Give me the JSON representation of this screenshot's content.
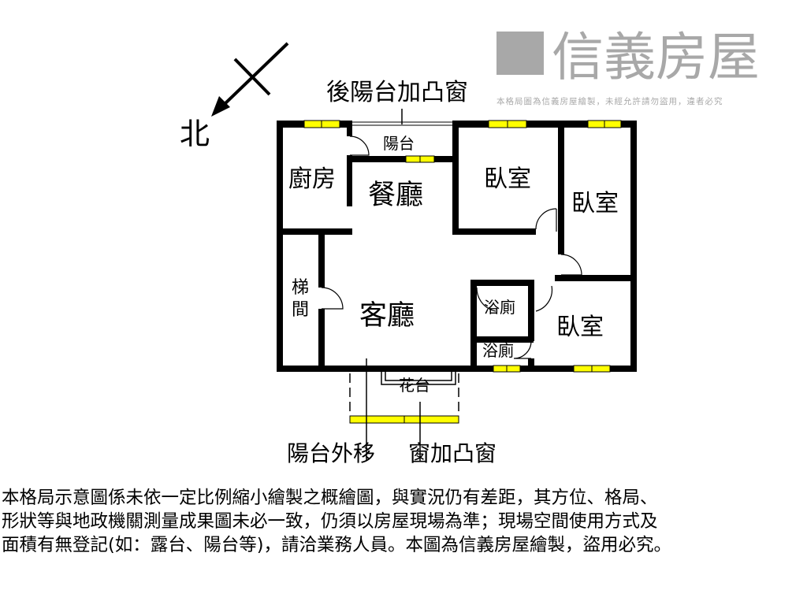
{
  "compass": {
    "label": "北",
    "icon": "north-arrow-icon"
  },
  "labels": {
    "rear_balcony_window": "後陽台加凸窗",
    "balcony": "陽台",
    "kitchen": "廚房",
    "dining": "餐廳",
    "bedroom_1": "臥室",
    "bedroom_2": "臥室",
    "bedroom_3": "臥室",
    "stair_1": "梯",
    "stair_2": "間",
    "living": "客廳",
    "bath_1": "浴廁",
    "bath_2": "浴廁",
    "planter": "花台",
    "balcony_moved": "陽台外移",
    "bay_window": "窗加凸窗"
  },
  "watermark": {
    "brand": "信義房屋",
    "notice": "本格局圖為信義房屋繪製，未經允許請勿盜用，違者必究"
  },
  "colors": {
    "wall": "#000000",
    "window": "#ffff00",
    "watermark": "#9a9a9a"
  },
  "disclaimer": [
    "本格局示意圖係未依一定比例縮小繪製之概繪圖，與實況仍有差距，其方位、格局、",
    "形狀等與地政機關測量成果圖未必一致，仍須以房屋現場為準；現場空間使用方式及",
    "面積有無登記(如：露台、陽台等)，請洽業務人員。本圖為信義房屋繪製，盜用必究。"
  ]
}
